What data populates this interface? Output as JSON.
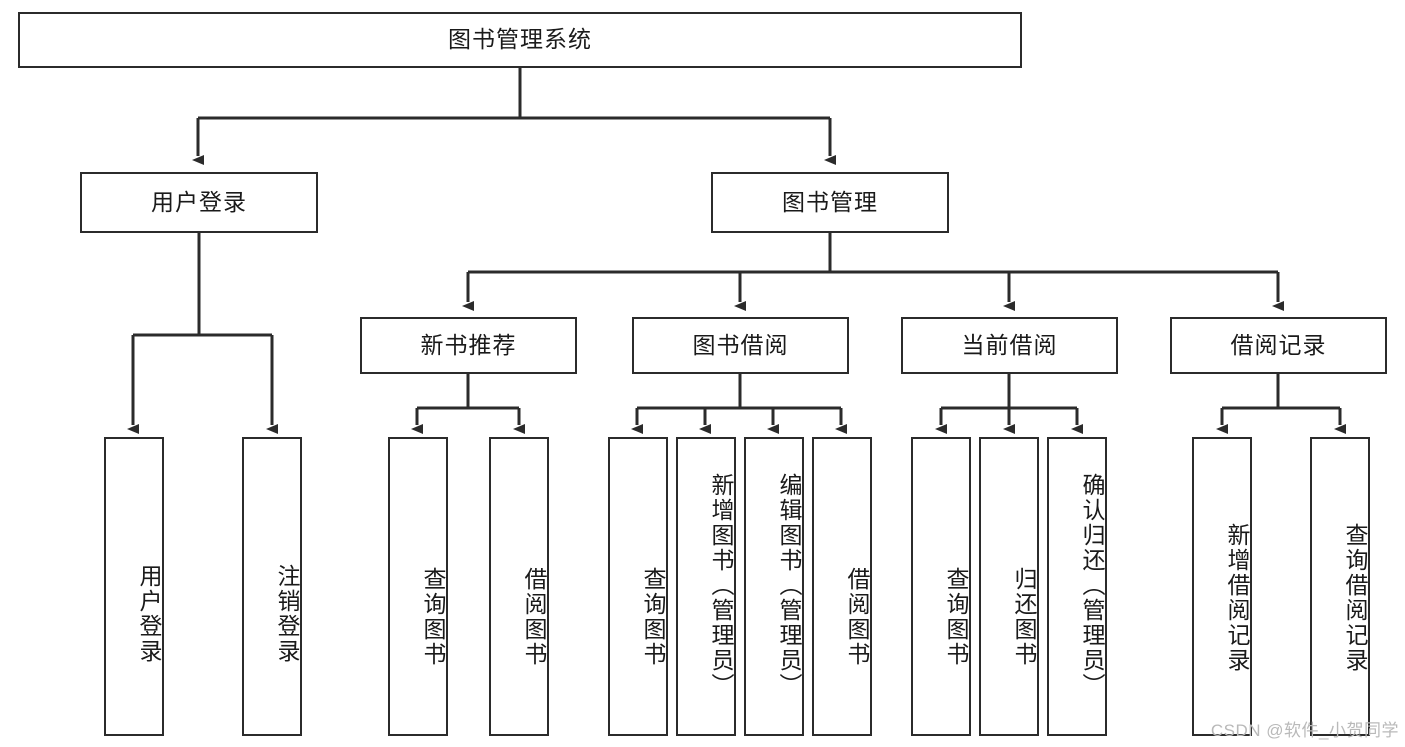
{
  "diagram": {
    "title": "图书管理系统",
    "type": "tree-hierarchy-chart",
    "root": {
      "id": "root",
      "label": "图书管理系统",
      "orientation": "horizontal"
    },
    "level1": [
      {
        "id": "user-login",
        "label": "用户登录",
        "orientation": "horizontal"
      },
      {
        "id": "book-management",
        "label": "图书管理",
        "orientation": "horizontal"
      }
    ],
    "level2": [
      {
        "id": "new-book-recommend",
        "label": "新书推荐",
        "orientation": "horizontal",
        "parent": "book-management"
      },
      {
        "id": "book-borrow",
        "label": "图书借阅",
        "orientation": "horizontal",
        "parent": "book-management"
      },
      {
        "id": "current-borrow",
        "label": "当前借阅",
        "orientation": "horizontal",
        "parent": "book-management"
      },
      {
        "id": "borrow-record",
        "label": "借阅记录",
        "orientation": "horizontal",
        "parent": "book-management"
      }
    ],
    "leaves": [
      {
        "id": "leaf-user-login",
        "label": "用户登录",
        "orientation": "vertical",
        "parent": "user-login"
      },
      {
        "id": "leaf-user-logout",
        "label": "注销登录",
        "orientation": "vertical",
        "parent": "user-login"
      },
      {
        "id": "leaf-query-book-1",
        "label": "查询图书",
        "orientation": "vertical",
        "parent": "new-book-recommend"
      },
      {
        "id": "leaf-borrow-book-1",
        "label": "借阅图书",
        "orientation": "vertical",
        "parent": "new-book-recommend"
      },
      {
        "id": "leaf-query-book-2",
        "label": "查询图书",
        "orientation": "vertical",
        "parent": "book-borrow"
      },
      {
        "id": "leaf-add-book",
        "label": "新增图书（管理员）",
        "orientation": "vertical",
        "parent": "book-borrow"
      },
      {
        "id": "leaf-edit-book",
        "label": "编辑图书（管理员）",
        "orientation": "vertical",
        "parent": "book-borrow"
      },
      {
        "id": "leaf-borrow-book-2",
        "label": "借阅图书",
        "orientation": "vertical",
        "parent": "book-borrow"
      },
      {
        "id": "leaf-query-book-3",
        "label": "查询图书",
        "orientation": "vertical",
        "parent": "current-borrow"
      },
      {
        "id": "leaf-return-book",
        "label": "归还图书",
        "orientation": "vertical",
        "parent": "current-borrow"
      },
      {
        "id": "leaf-confirm-return",
        "label": "确认归还（管理员）",
        "orientation": "vertical",
        "parent": "current-borrow"
      },
      {
        "id": "leaf-add-record",
        "label": "新增借阅记录",
        "orientation": "vertical",
        "parent": "borrow-record"
      },
      {
        "id": "leaf-query-record",
        "label": "查询借阅记录",
        "orientation": "vertical",
        "parent": "borrow-record"
      }
    ],
    "colors": {
      "border": "#2b2b2b",
      "text": "#1a1a1a",
      "background": "#ffffff",
      "watermark": "#b9b9b9"
    }
  },
  "watermark": {
    "text": "CSDN @软件_小贺同学"
  }
}
